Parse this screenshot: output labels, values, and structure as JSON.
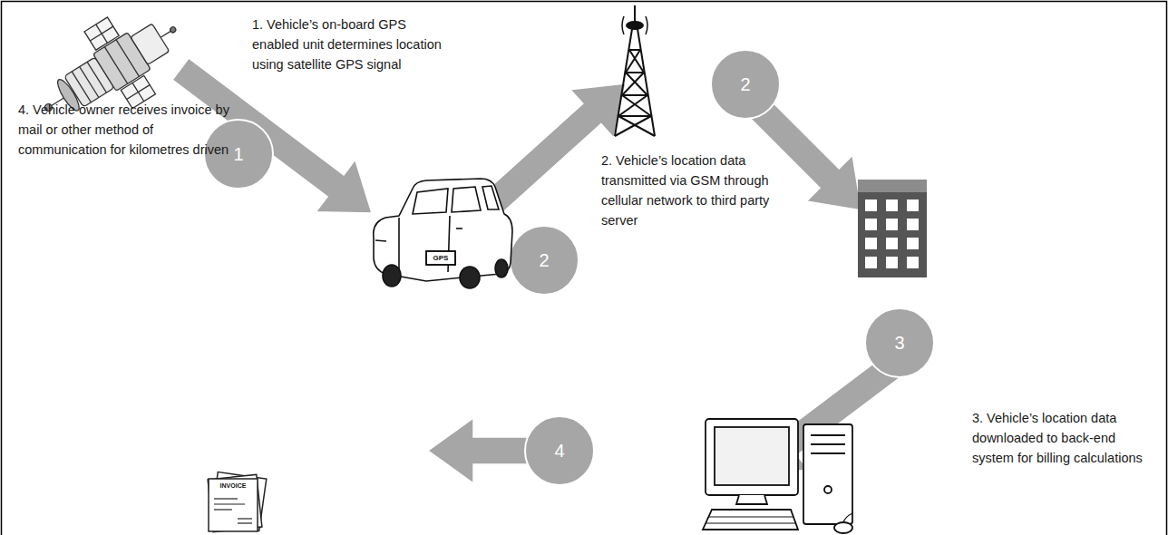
{
  "diagram": {
    "labels": [
      "1. Vehicle’s on-board GPS enabled unit determines location using satellite GPS signal",
      "1",
      "2. Vehicle’s location data transmitted via GSM through cellular network to third party server",
      "2",
      "2",
      "3. Vehicle’s location data downloaded to back-end system for billing calculations",
      "3",
      "4. Vehicle owner receives invoice by mail or other method of communication for kilometres driven",
      "4",
      "GPS",
      "INVOICE"
    ]
  }
}
